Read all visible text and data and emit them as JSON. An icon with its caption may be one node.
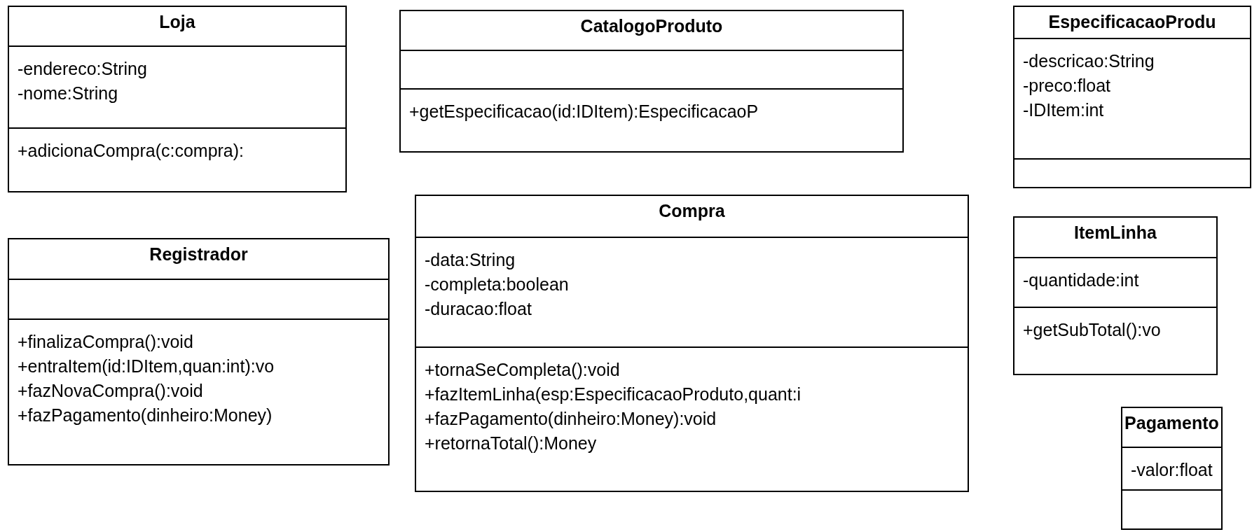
{
  "diagram": {
    "nodes": [
      {
        "text": [
          "Loja",
          "-endereco:String",
          "-nome:String",
          "+adicionaCompra(c:compra):"
        ]
      },
      {
        "text": [
          "CatalogoProduto",
          "+getEspecificacao(id:IDItem):EspecificacaoP"
        ]
      },
      {
        "text": [
          "EspecificacaoProdu",
          "-descricao:String",
          "-preco:float",
          "-IDItem:int"
        ]
      },
      {
        "text": [
          "Registrador",
          "+finalizaCompra():void",
          "+entraItem(id:IDItem,quan:int):vo",
          "+fazNovaCompra():void",
          "+fazPagamento(dinheiro:Money)"
        ]
      },
      {
        "text": [
          "Compra",
          "-data:String",
          "-completa:boolean",
          "-duracao:float",
          "+tornaSeCompleta():void",
          "+fazItemLinha(esp:EspecificacaoProduto,quant:i",
          "+fazPagamento(dinheiro:Money):void",
          "+retornaTotal():Money"
        ]
      },
      {
        "text": [
          "ItemLinha",
          "-quantidade:int",
          "+getSubTotal():vo"
        ]
      },
      {
        "text": [
          "Pagamento",
          "-valor:float"
        ]
      }
    ]
  }
}
